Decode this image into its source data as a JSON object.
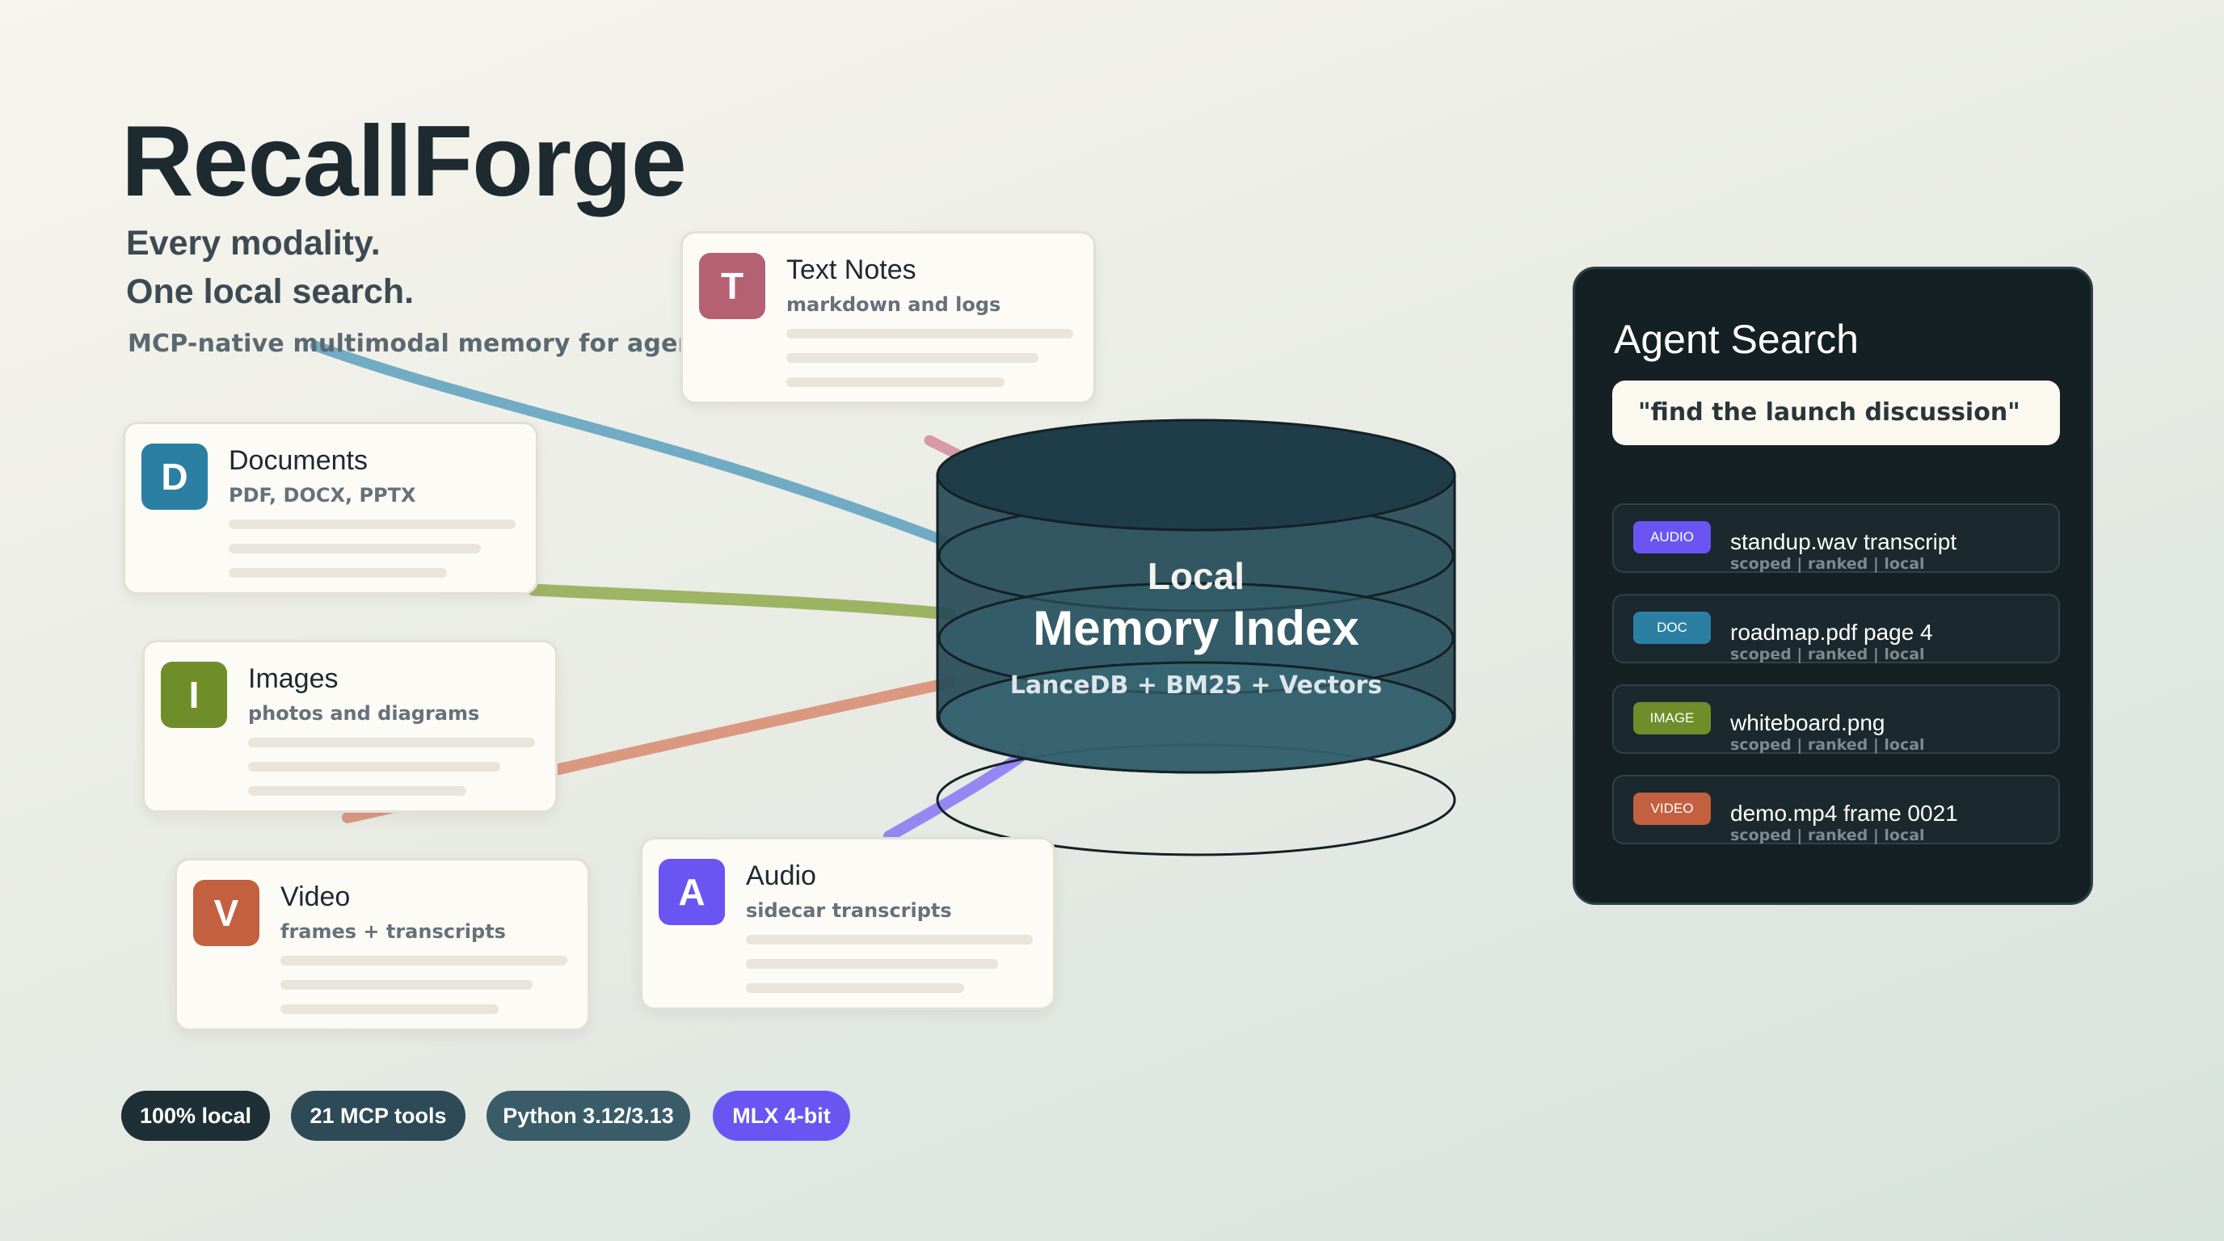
{
  "header": {
    "title": "RecallForge",
    "tagline_line1": "Every modality.",
    "tagline_line2": "One local search.",
    "subtitle": "MCP-native multimodal memory for agents"
  },
  "sources": [
    {
      "key": "text",
      "letter": "T",
      "title": "Text Notes",
      "subtitle": "markdown and logs",
      "color": "#b56173",
      "connector_color": "#d4899a"
    },
    {
      "key": "documents",
      "letter": "D",
      "title": "Documents",
      "subtitle": "PDF, DOCX, PPTX",
      "color": "#2b7fa3",
      "connector_color": "#5a9fbd"
    },
    {
      "key": "images",
      "letter": "I",
      "title": "Images",
      "subtitle": "photos and diagrams",
      "color": "#6f8e2a",
      "connector_color": "#8fa94e"
    },
    {
      "key": "video",
      "letter": "V",
      "title": "Video",
      "subtitle": "frames + transcripts",
      "color": "#c2603f",
      "connector_color": "#d88a6e"
    },
    {
      "key": "audio",
      "letter": "A",
      "title": "Audio",
      "subtitle": "sidecar transcripts",
      "color": "#6a55f2",
      "connector_color": "#8675f5"
    }
  ],
  "memory_index": {
    "label_line1": "Local",
    "label_line2": "Memory Index",
    "label_line3": "LanceDB + BM25 + Vectors",
    "color": "#264a57"
  },
  "agent_search": {
    "title": "Agent Search",
    "query": "\"find the launch discussion\"",
    "results": [
      {
        "tag": "AUDIO",
        "tag_color": "#6a55f2",
        "name": "standup.wav transcript",
        "meta": "scoped | ranked | local"
      },
      {
        "tag": "DOC",
        "tag_color": "#2b7fa3",
        "name": "roadmap.pdf page 4",
        "meta": "scoped | ranked | local"
      },
      {
        "tag": "IMAGE",
        "tag_color": "#6f8e2a",
        "name": "whiteboard.png",
        "meta": "scoped | ranked | local"
      },
      {
        "tag": "VIDEO",
        "tag_color": "#c2603f",
        "name": "demo.mp4 frame 0021",
        "meta": "scoped | ranked | local"
      }
    ]
  },
  "chips": [
    {
      "label": "100% local",
      "color": "#1f2f36"
    },
    {
      "label": "21 MCP tools",
      "color": "#2d4a56"
    },
    {
      "label": "Python 3.12/3.13",
      "color": "#3a5c68"
    },
    {
      "label": "MLX 4-bit",
      "color": "#6a55f2"
    }
  ]
}
